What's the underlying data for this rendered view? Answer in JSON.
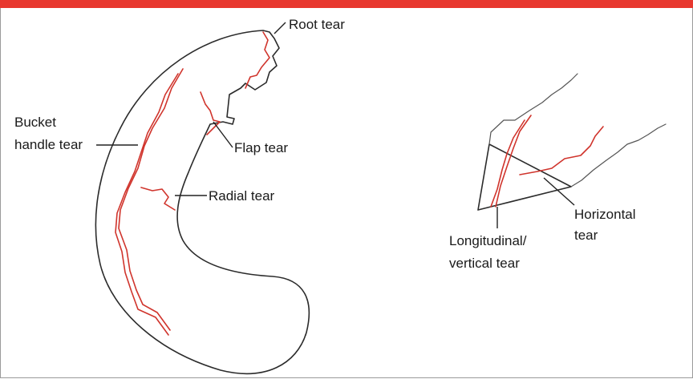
{
  "colors": {
    "top_bar": "#e8382f",
    "tear_line": "#d0342c",
    "outline": "#2b2b2b"
  },
  "labels": {
    "root_tear": "Root tear",
    "bucket_handle_tear_line1": "Bucket",
    "bucket_handle_tear_line2": "handle tear",
    "flap_tear": "Flap tear",
    "radial_tear": "Radial tear",
    "horizontal_tear_line1": "Horizontal",
    "horizontal_tear_line2": "tear",
    "longitudinal_tear_line1": "Longitudinal/",
    "longitudinal_tear_line2": "vertical tear"
  }
}
